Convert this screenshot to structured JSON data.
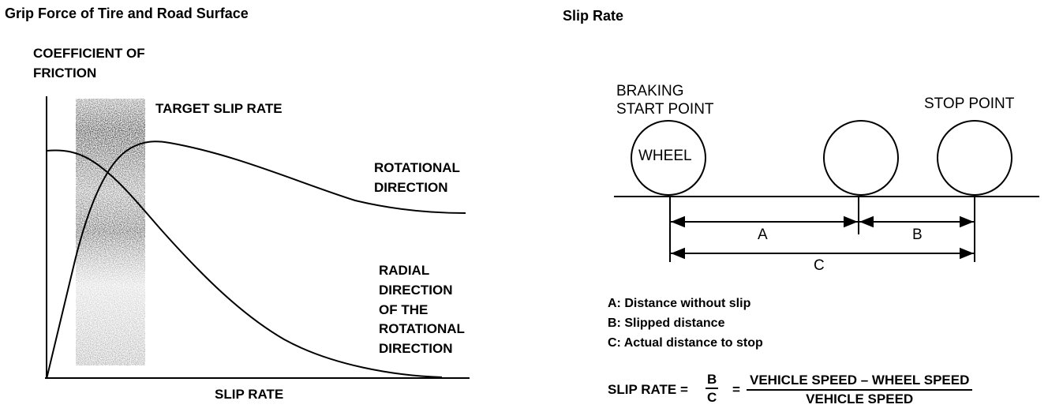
{
  "left": {
    "title": "Grip Force of Tire and Road Surface",
    "y_axis_label_line1": "COEFFICIENT OF",
    "y_axis_label_line2": "FRICTION",
    "target_label": "TARGET SLIP RATE",
    "rotational_line1": "ROTATIONAL",
    "rotational_line2": "DIRECTION",
    "radial_line1": "RADIAL",
    "radial_line2": "DIRECTION",
    "radial_line3": "OF THE",
    "radial_line4": "ROTATIONAL",
    "radial_line5": "DIRECTION",
    "x_axis_label": "SLIP RATE"
  },
  "right": {
    "title": "Slip Rate",
    "braking_line1": "BRAKING",
    "braking_line2": "START POINT",
    "stop_label": "STOP POINT",
    "wheel_label": "WHEEL",
    "dim_a": "A",
    "dim_b": "B",
    "dim_c": "C",
    "legend": [
      "A: Distance without slip",
      "B: Slipped distance",
      "C: Actual distance to stop"
    ],
    "formula": {
      "lhs": "SLIP RATE =",
      "frac1_num": "B",
      "frac1_den": "C",
      "eq": "=",
      "frac2_num": "VEHICLE SPEED – WHEEL SPEED",
      "frac2_den": "VEHICLE SPEED"
    }
  }
}
